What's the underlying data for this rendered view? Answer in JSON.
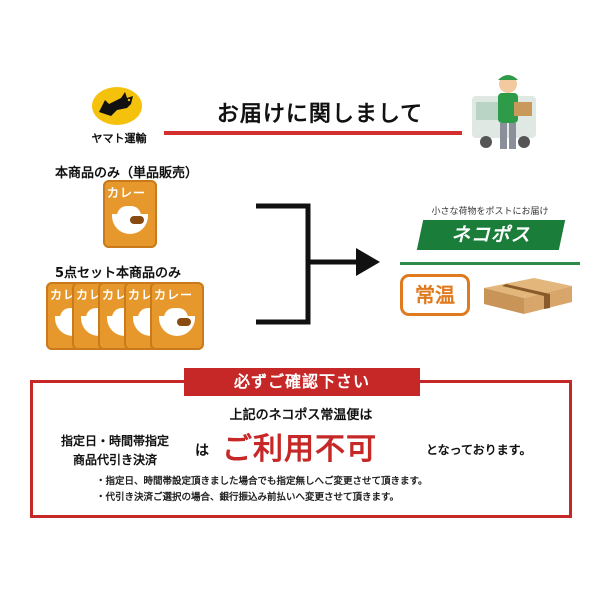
{
  "header": {
    "logo_text": "ヤマト運輸",
    "title": "お届けに関しまして"
  },
  "products": {
    "single_label": "本商品のみ（単品販売）",
    "set_label": "5点セット本商品のみ",
    "pouch_label": "カレー",
    "set_count": 5
  },
  "shipping": {
    "caption": "小さな荷物をポストにお届け",
    "service_name": "ネコポス",
    "temperature_label": "常温"
  },
  "notice": {
    "title": "必ずご確認下さい",
    "line1": "上記のネコポス常温便は",
    "left_line1": "指定日・時間帯指定",
    "left_line2": "商品代引き決済",
    "ha": "は",
    "big_text": "ご利用不可",
    "right_text": "となっております。",
    "note1": "・指定日、時間帯設定頂きました場合でも指定無しへご変更させて頂きます。",
    "note2": "・代引き決済ご選択の場合、銀行振込み前払いへ変更させて頂きます。"
  },
  "colors": {
    "accent_red": "#c62828",
    "nekopos_green": "#1b7d3a",
    "jouon_orange": "#e07a1f",
    "pouch_orange": "#e7982c"
  },
  "icons": {
    "logo": "black-cat-logo-icon",
    "courier": "delivery-man-icon",
    "box": "cardboard-box-icon",
    "arrow": "merge-arrow-icon"
  }
}
